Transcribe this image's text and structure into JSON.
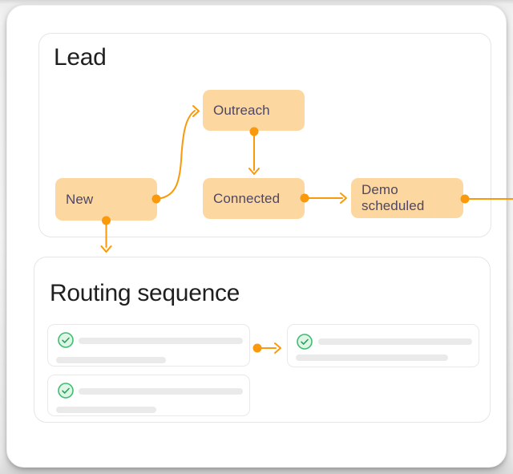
{
  "colors": {
    "accent_orange": "#F9990B",
    "node_fill": "#FCD79F",
    "node_text": "#4E4766",
    "panel_border": "#E5E5E5",
    "card_border": "#E9E9E9",
    "bar_fill": "#EAEAEA",
    "check_green": "#3FBD73",
    "check_green_fill": "#DFF5E5",
    "check_mark_green": "#27A35B",
    "title_text": "#1F1F1F"
  },
  "lead_panel": {
    "title": "Lead",
    "nodes": [
      {
        "id": "new",
        "label": "New"
      },
      {
        "id": "outreach",
        "label": "Outreach"
      },
      {
        "id": "connected",
        "label": "Connected"
      },
      {
        "id": "demo-scheduled",
        "label": "Demo scheduled"
      }
    ],
    "edges": [
      {
        "from": "new",
        "to": "outreach"
      },
      {
        "from": "outreach",
        "to": "connected"
      },
      {
        "from": "connected",
        "to": "demo-scheduled"
      },
      {
        "from": "demo-scheduled",
        "to": "offscreen-right"
      },
      {
        "from": "new",
        "to": "routing-sequence-panel"
      }
    ]
  },
  "routing_panel": {
    "title": "Routing sequence",
    "items": [
      {
        "id": "step-1",
        "status": "complete"
      },
      {
        "id": "step-2",
        "status": "complete"
      },
      {
        "id": "step-3",
        "status": "complete"
      }
    ],
    "edges": [
      {
        "from": "step-1",
        "to": "step-3"
      }
    ]
  }
}
